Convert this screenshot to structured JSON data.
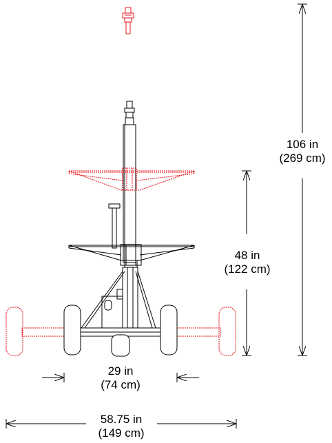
{
  "colors": {
    "outline": "#000000",
    "optional_parts": "#e8141b",
    "background": "#ffffff"
  },
  "dimensions": {
    "total_height": {
      "imperial": "106 in",
      "metric": "(269 cm)"
    },
    "platform_height": {
      "imperial": "48 in",
      "metric": "(122 cm)"
    },
    "inner_width": {
      "imperial": "29 in",
      "metric": "(74 cm)"
    },
    "outer_width": {
      "imperial": "58.75 in",
      "metric": "(149 cm)"
    }
  }
}
